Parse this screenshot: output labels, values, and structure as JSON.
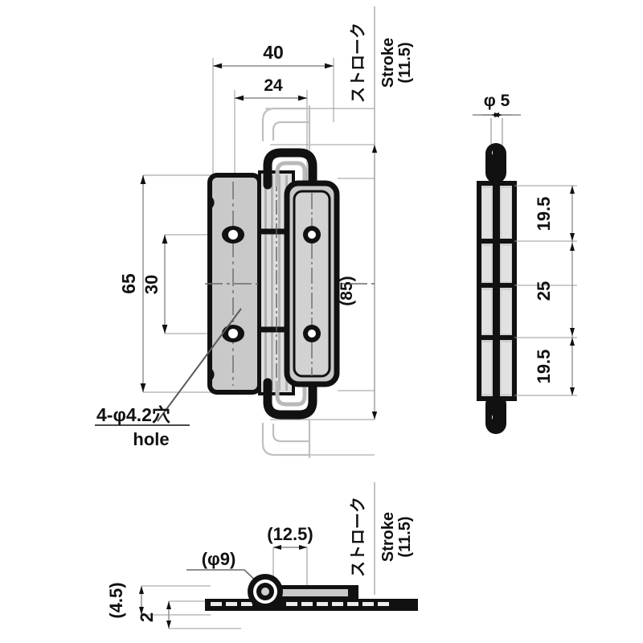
{
  "drawing": {
    "title": "Hinge technical drawing",
    "background_color": "#ffffff",
    "line_color": "#111111",
    "thin_line_color": "#8a8a8a",
    "body_fill": "#c9c9c9",
    "body_fill_light": "#d7d7d7",
    "body_outline": "#111111"
  },
  "views": {
    "front": {
      "name": "front-view",
      "dimensions": {
        "width_overall": "40",
        "width_inner": "24",
        "height_overall": "65",
        "height_hole_pitch": "30",
        "height_bracket": "(85)"
      },
      "callout": {
        "spec": "4-φ4.2穴",
        "spec_en": "hole"
      }
    },
    "side": {
      "name": "side-view",
      "dimensions": {
        "pin_diameter": "φ 5",
        "segment_top": "19.5",
        "segment_middle": "25",
        "segment_bottom": "19.5"
      }
    },
    "bottom": {
      "name": "bottom-view",
      "dimensions": {
        "offset": "(12.5)",
        "barrel_diameter": "(φ9)",
        "thickness_total": "(4.5)",
        "thickness_plate": "2"
      }
    }
  },
  "annotations": {
    "stroke_top": {
      "jp": "ストローク",
      "en": "Stroke",
      "value": "(11.5)"
    },
    "stroke_bottom": {
      "jp": "ストローク",
      "en": "Stroke",
      "value": "(11.5)"
    }
  }
}
